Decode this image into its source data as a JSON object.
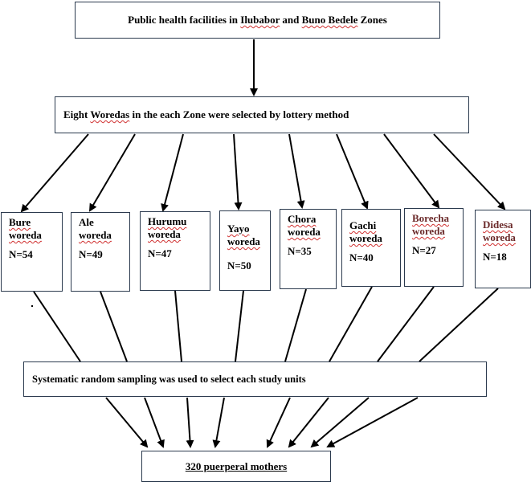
{
  "top": {
    "pre": "Public health facilities in ",
    "w1": "Ilubabor",
    "mid": " and ",
    "w2": "Buno Bedele",
    "post": " Zones"
  },
  "selection": {
    "pre": "Eight ",
    "w1": "Woredas",
    "post": " in the each Zone were selected by lottery method"
  },
  "woredas": [
    {
      "name": "Bure",
      "suffix": "woreda",
      "n": "N=54"
    },
    {
      "name": "Ale",
      "suffix": "woreda",
      "n": "N=49"
    },
    {
      "name": "Hurumu",
      "suffix": "woreda",
      "n": "N=47"
    },
    {
      "name": "Yayo",
      "suffix": "woreda",
      "n": "N=50"
    },
    {
      "name": "Chora",
      "suffix": "woreda",
      "n": "N=35"
    },
    {
      "name": "Gachi",
      "suffix": "woreda",
      "n": "N=40"
    },
    {
      "name": "Borecha",
      "suffix": "woreda",
      "n": "N=27"
    },
    {
      "name": "Didesa",
      "suffix": "woreda",
      "n": "N=18"
    }
  ],
  "sampling": "Systematic random sampling was used to select each study units",
  "result": "320 puerperal mothers"
}
